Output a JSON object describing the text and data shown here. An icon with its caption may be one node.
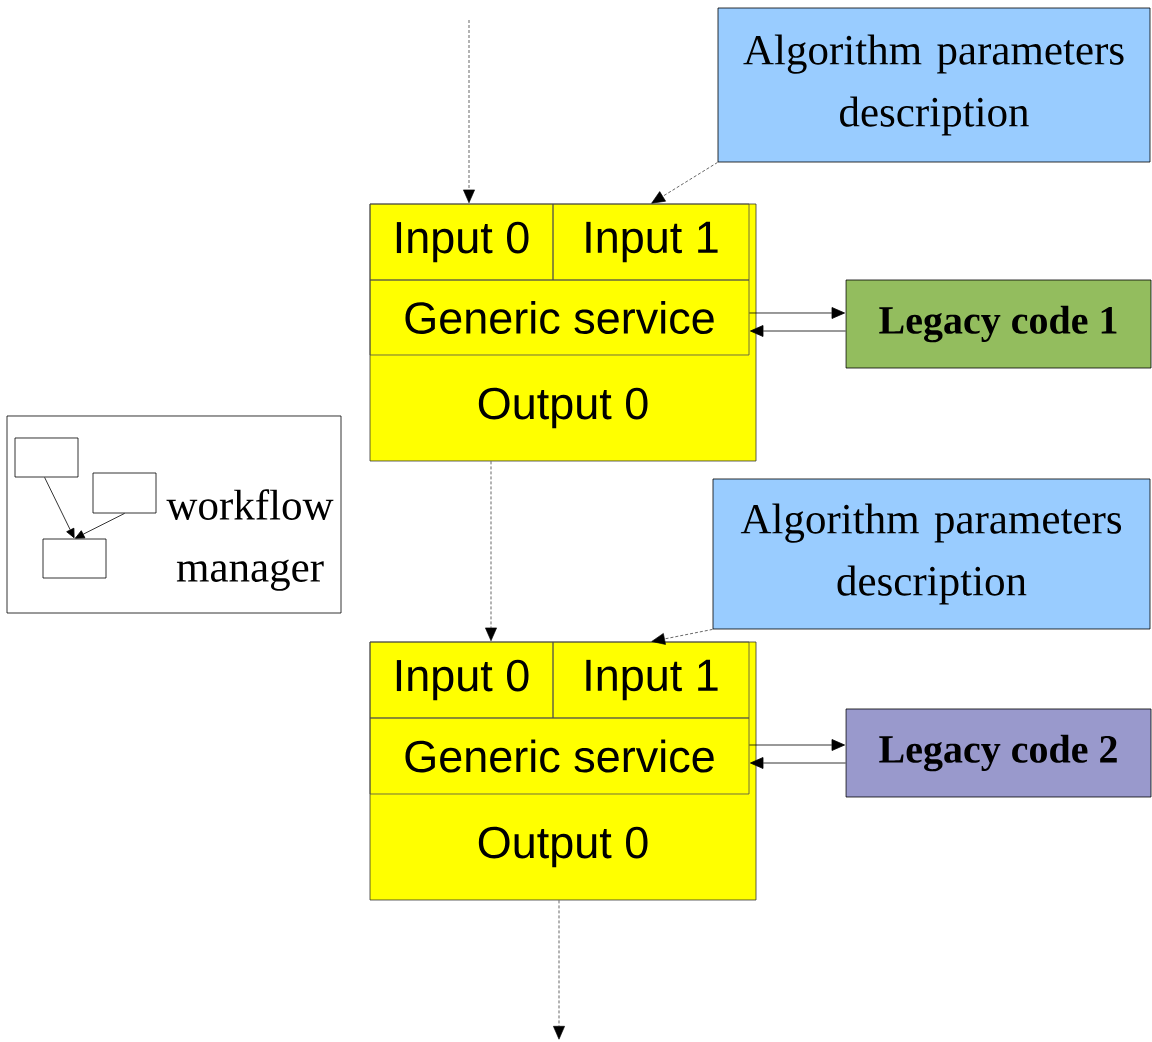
{
  "diagram": {
    "nodes": [
      {
        "text": [],
        "shape": "box"
      },
      {
        "text": [
          "Input 0"
        ],
        "in": 0
      },
      {
        "text": [
          "Input 1"
        ],
        "in": 0
      },
      {
        "text": [
          "Generic service"
        ],
        "in": 0
      },
      {
        "text": [
          "Output 0"
        ],
        "in": 0
      },
      {
        "text": [
          "Algorithm parameters description"
        ]
      },
      {
        "text": [
          "Legacy code 1"
        ]
      },
      {
        "text": [],
        "shape": "box"
      },
      {
        "text": [
          "Input 0"
        ],
        "in": 7
      },
      {
        "text": [
          "Input 1"
        ],
        "in": 7
      },
      {
        "text": [
          "Generic service"
        ],
        "in": 7
      },
      {
        "text": [
          "Output 0"
        ],
        "in": 7
      },
      {
        "text": [
          "Algorithm parameters description"
        ]
      },
      {
        "text": [
          "Legacy code 2"
        ]
      },
      {
        "text": [
          "workflow manager"
        ]
      },
      {
        "text": [],
        "shape": "box",
        "in": 14
      },
      {
        "text": [],
        "shape": "box",
        "in": 14
      },
      {
        "text": [],
        "shape": "box",
        "in": 14
      }
    ],
    "edges": [
      {
        "from": null,
        "to": 1,
        "arrow": "to",
        "style": "dashed"
      },
      {
        "from": 5,
        "to": 2,
        "arrow": "to",
        "style": "dashed"
      },
      {
        "from": 3,
        "to": 6,
        "arrow": "to"
      },
      {
        "from": 6,
        "to": 3,
        "arrow": "to"
      },
      {
        "from": 4,
        "to": 8,
        "arrow": "to",
        "style": "dashed"
      },
      {
        "from": 12,
        "to": 9,
        "arrow": "to",
        "style": "dashed"
      },
      {
        "from": 10,
        "to": 13,
        "arrow": "to"
      },
      {
        "from": 13,
        "to": 10,
        "arrow": "to"
      },
      {
        "from": 11,
        "to": null,
        "arrow": "to",
        "style": "dashed"
      },
      {
        "from": 15,
        "to": 17,
        "arrow": "to"
      },
      {
        "from": 16,
        "to": 17,
        "arrow": "to"
      }
    ]
  }
}
